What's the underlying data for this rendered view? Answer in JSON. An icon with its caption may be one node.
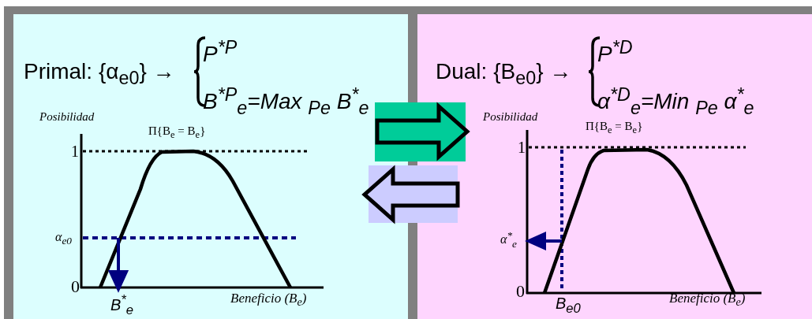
{
  "diagram": {
    "nodes": [
      {
        "text": [
          "Primal: {α$_{e0}$} →",
          "P$^{*P}$",
          "B$^{*P}$$_{e}$=Max $_{Pe}$ B$^{*}$$_{e}$"
        ]
      },
      {
        "text": [
          "Dual: {B$_{e0}$} →",
          "P$^{*D}$",
          "α$^{*D}$$_{e}$=Min $_{Pe}$ α$^{*}$$_{e}$"
        ]
      }
    ],
    "edges": [
      {
        "from": 0,
        "to": 1,
        "arrow": "to",
        "style": "thick",
        "color": "#00cc99"
      },
      {
        "from": 1,
        "to": 0,
        "arrow": "to",
        "style": "thick",
        "color": "#ccccff"
      }
    ],
    "labels": [
      "Posibilidad",
      "Π{B$_{e}$ = B$_{e}$}",
      "1",
      "α$_{e0}$",
      "0",
      "B$^{*}$$_{e}$",
      "Beneficio (B$_{e}$)",
      "Posibilidad",
      "Π{B$_{e}$ = B$_{e}$}",
      "1",
      "α$^{*}$$_{e}$",
      "0",
      "B$_{e0}$",
      "Beneficio (B$_{e}$)"
    ]
  }
}
